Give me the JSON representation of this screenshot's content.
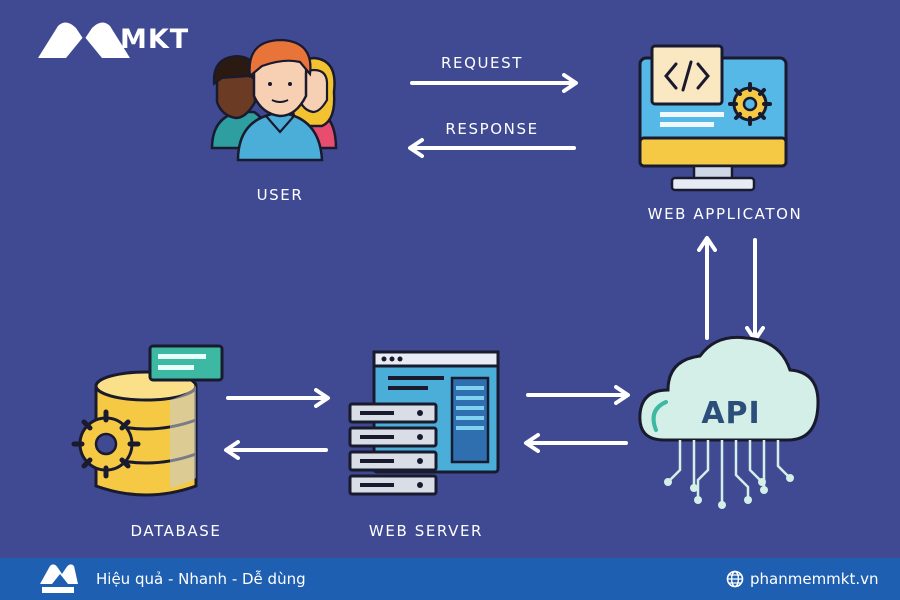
{
  "brand": {
    "name": "MKT"
  },
  "labels": {
    "user": "USER",
    "request": "REQUEST",
    "response": "RESPONSE",
    "web_application": "WEB APPLICATON",
    "database": "DATABASE",
    "web_server": "WEB SERVER",
    "api": "API"
  },
  "footer": {
    "slogan": "Hiệu quả - Nhanh - Dễ dùng",
    "website": "phanmemmkt.vn"
  },
  "colors": {
    "background": "#3f4a93",
    "footer": "#1f5fb1",
    "accent_yellow": "#f6c945",
    "accent_teal": "#3db9a3",
    "accent_blue": "#55b8e6",
    "cloud": "#d3efe8"
  }
}
